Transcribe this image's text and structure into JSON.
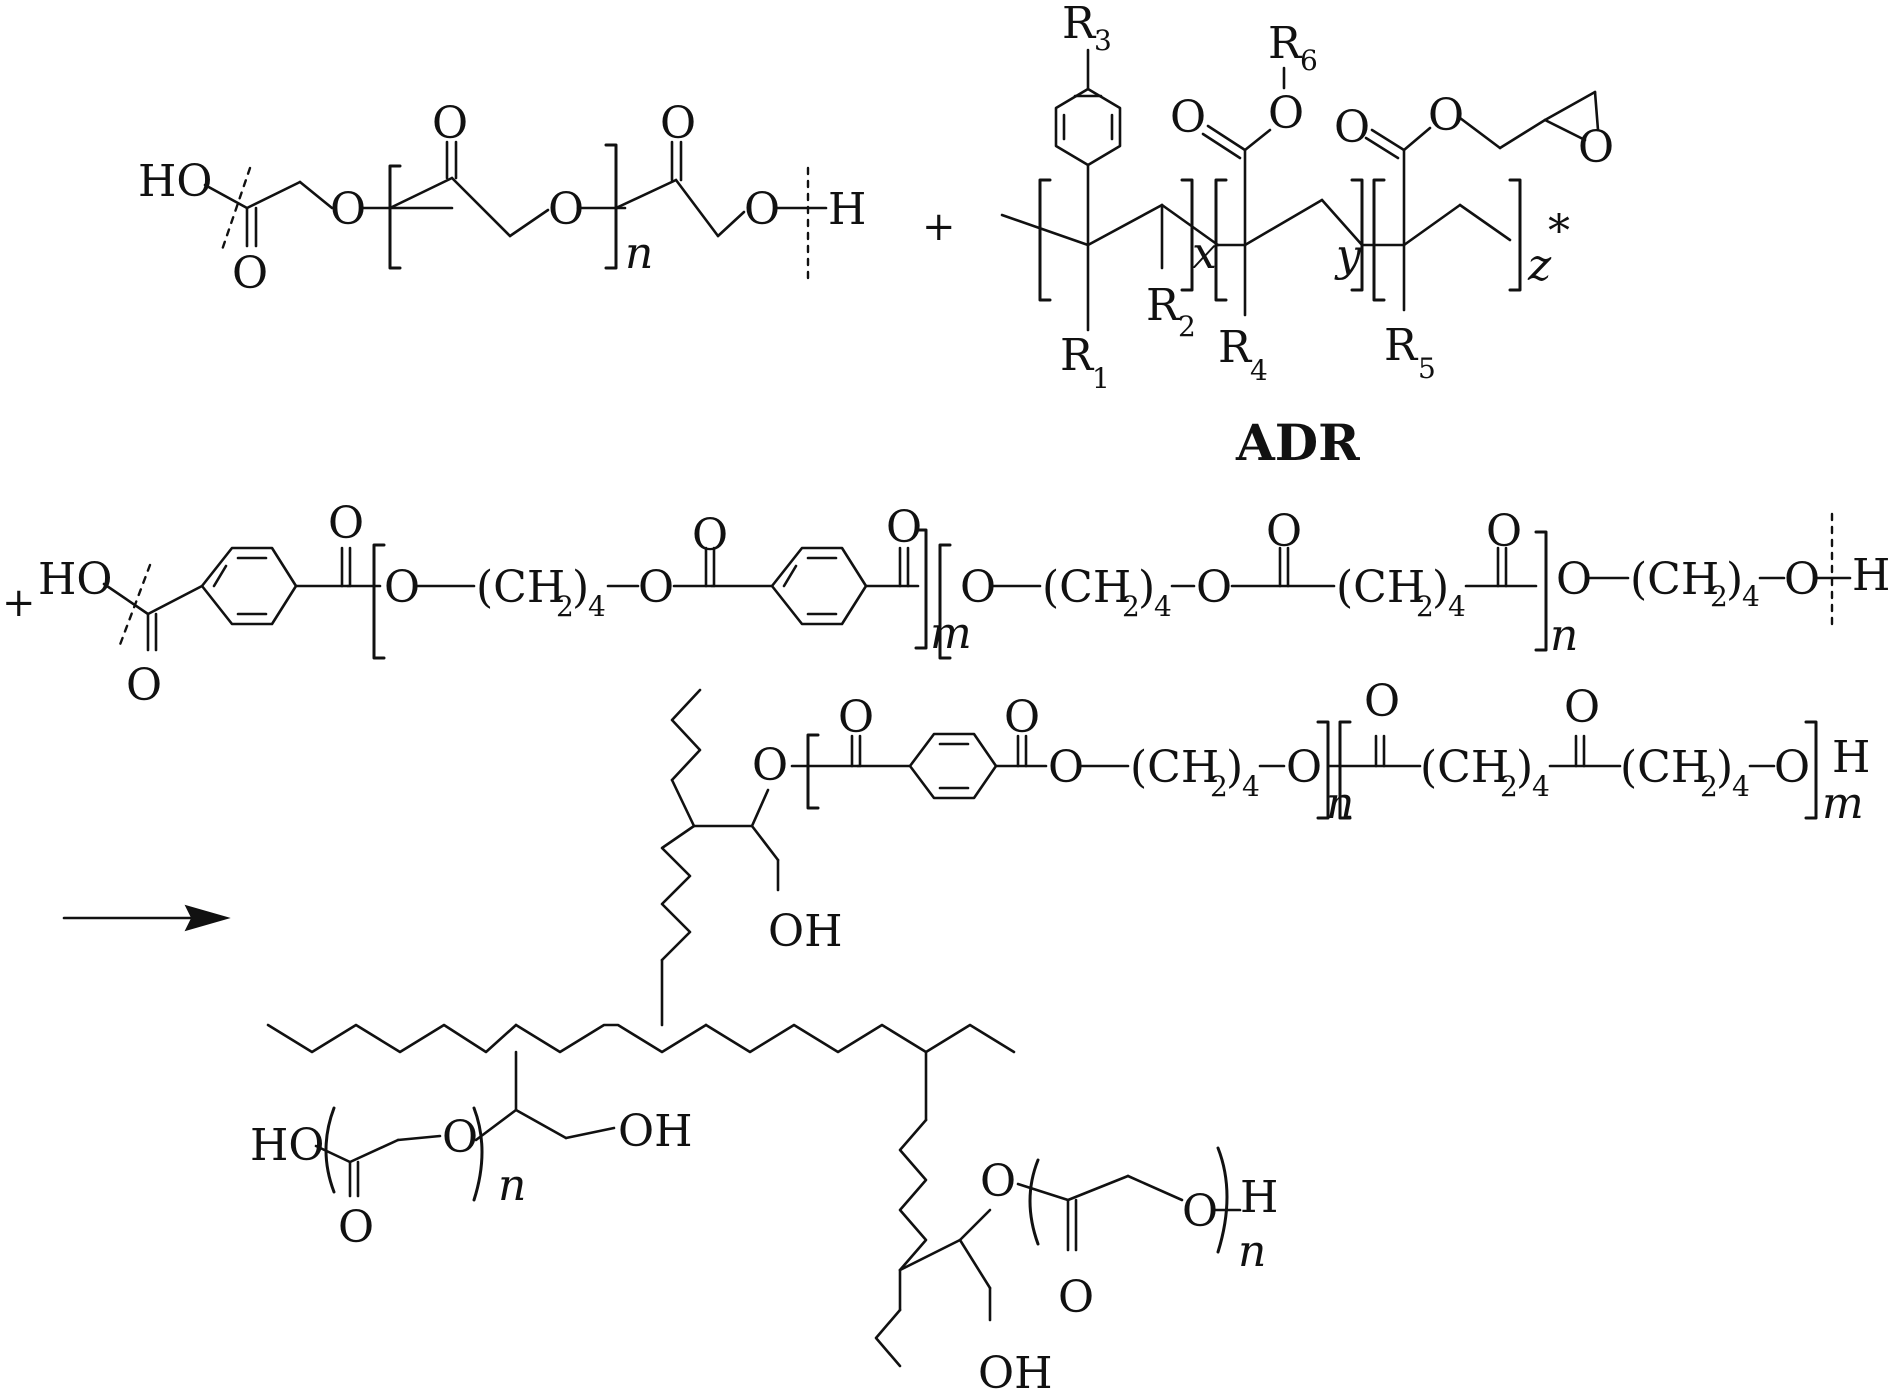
{
  "labels": {
    "HO": "HO",
    "O": "O",
    "H": "H",
    "OH": "OH",
    "R": "R",
    "CH": "(CH",
    "close_paren": ")",
    "plus": "+",
    "star": "*",
    "ADR": "ADR"
  },
  "subscripts": {
    "one": "1",
    "two": "2",
    "three": "3",
    "four": "4",
    "five": "5",
    "six": "6"
  },
  "repeat_indices": {
    "n": "n",
    "m": "m",
    "x": "x",
    "y": "y",
    "z": "z"
  }
}
